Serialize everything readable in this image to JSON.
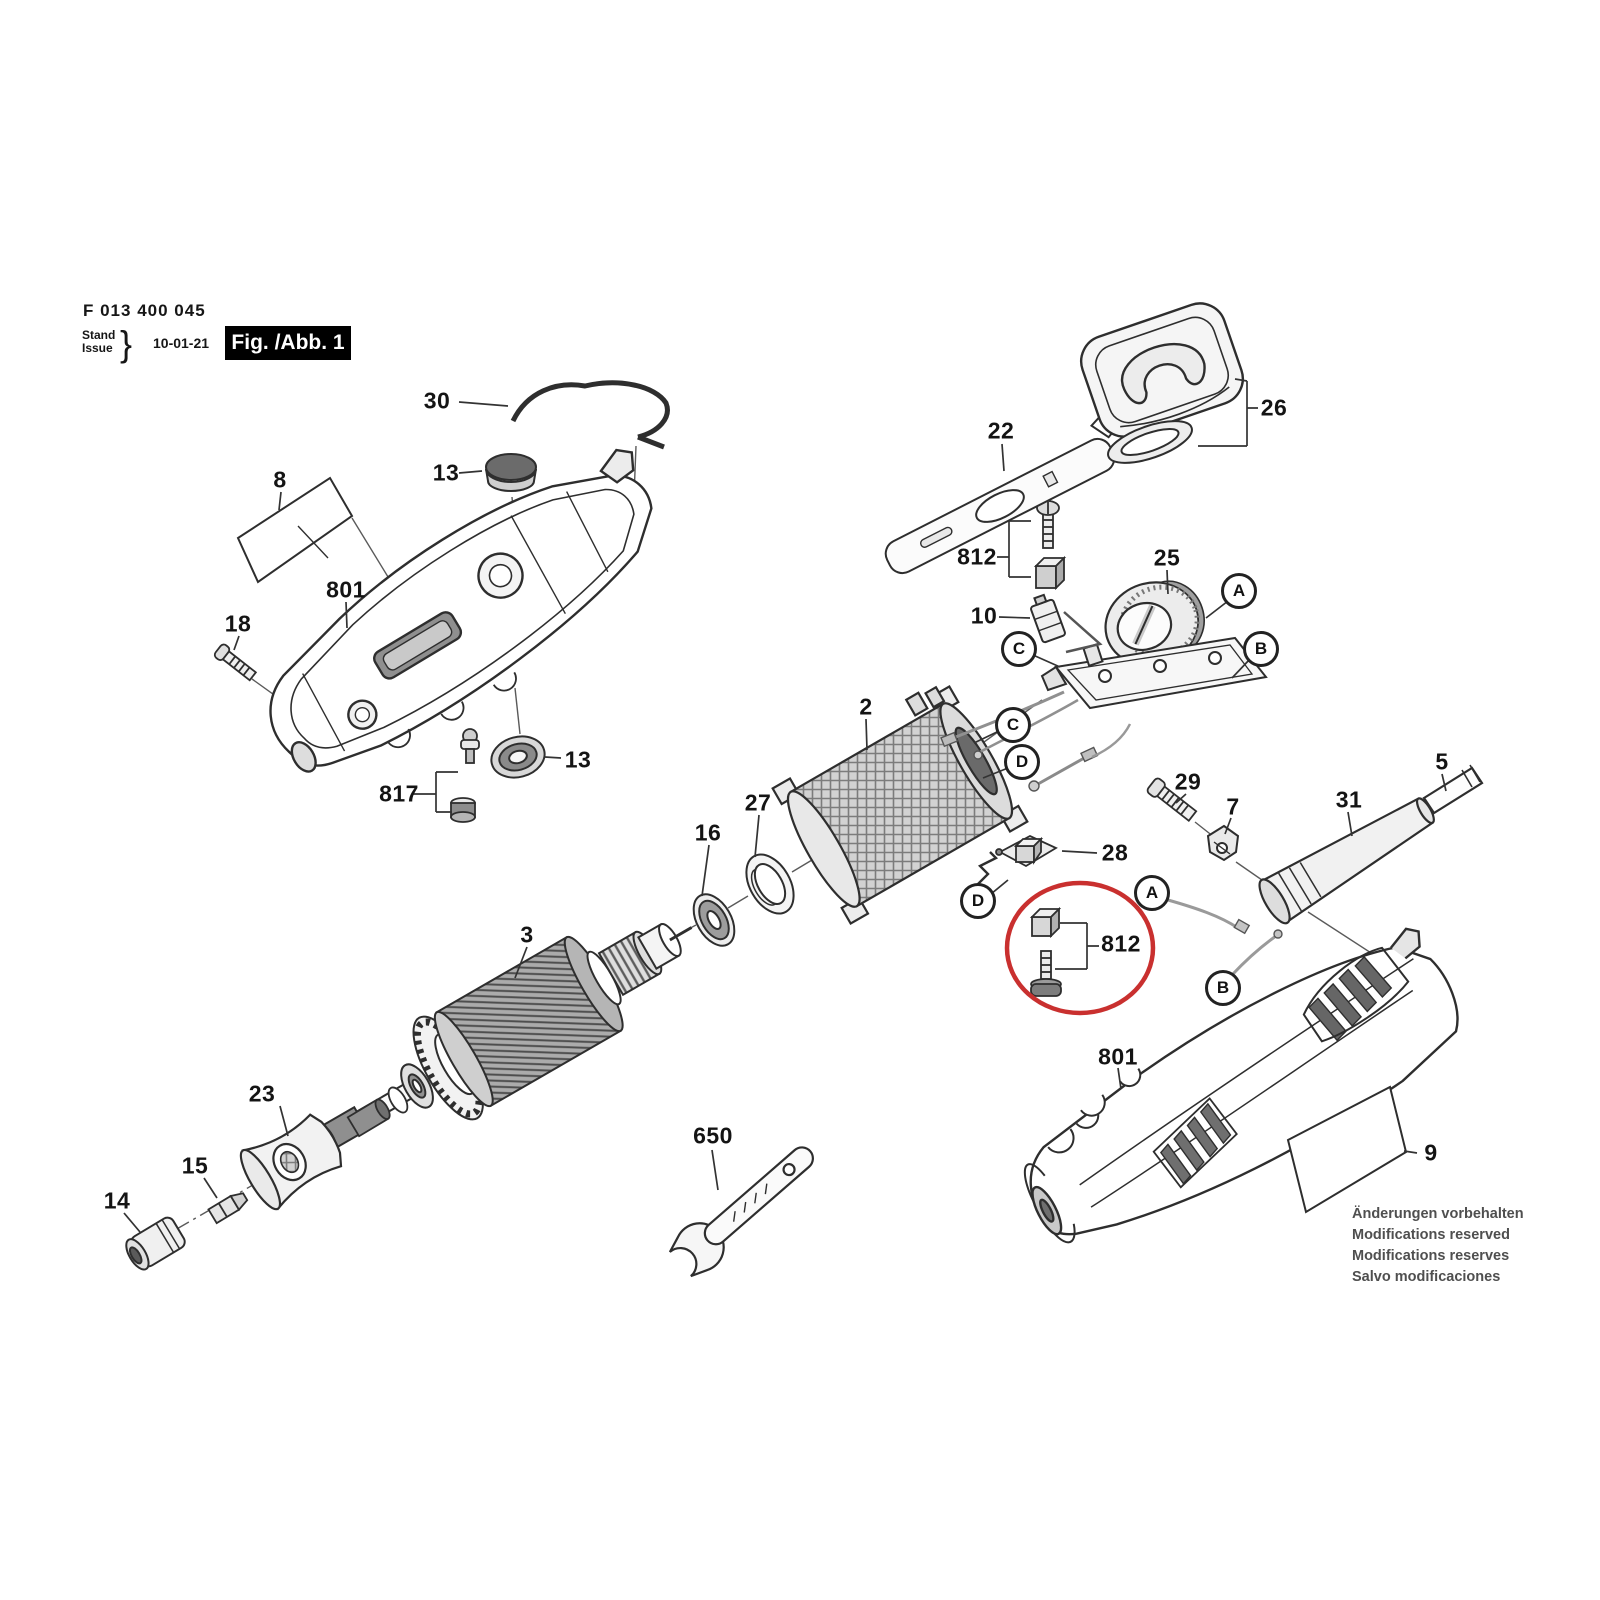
{
  "header": {
    "part_code": "F 013 400 045",
    "stand_label": "Stand",
    "issue_label": "Issue",
    "brace": "}",
    "issue_date": "10-01-21",
    "figure_label": "Fig. /Abb. 1"
  },
  "parts": {
    "n2": "2",
    "n3": "3",
    "n5": "5",
    "n7": "7",
    "n8": "8",
    "n9": "9",
    "n10": "10",
    "n13": "13",
    "n14": "14",
    "n15": "15",
    "n16": "16",
    "n18": "18",
    "n22": "22",
    "n23": "23",
    "n25": "25",
    "n26": "26",
    "n27": "27",
    "n28": "28",
    "n29": "29",
    "n30": "30",
    "n31": "31",
    "n650": "650",
    "n801": "801",
    "n812": "812",
    "n817": "817"
  },
  "callouts": {
    "A": "A",
    "B": "B",
    "C": "C",
    "D": "D"
  },
  "footer": {
    "line1": "Änderungen vorbehalten",
    "line2": "Modifications reserved",
    "line3": "Modifications reserves",
    "line4": "Salvo modificaciones"
  },
  "highlight": {
    "highlighted_part": "812",
    "color": "#c9302f"
  }
}
